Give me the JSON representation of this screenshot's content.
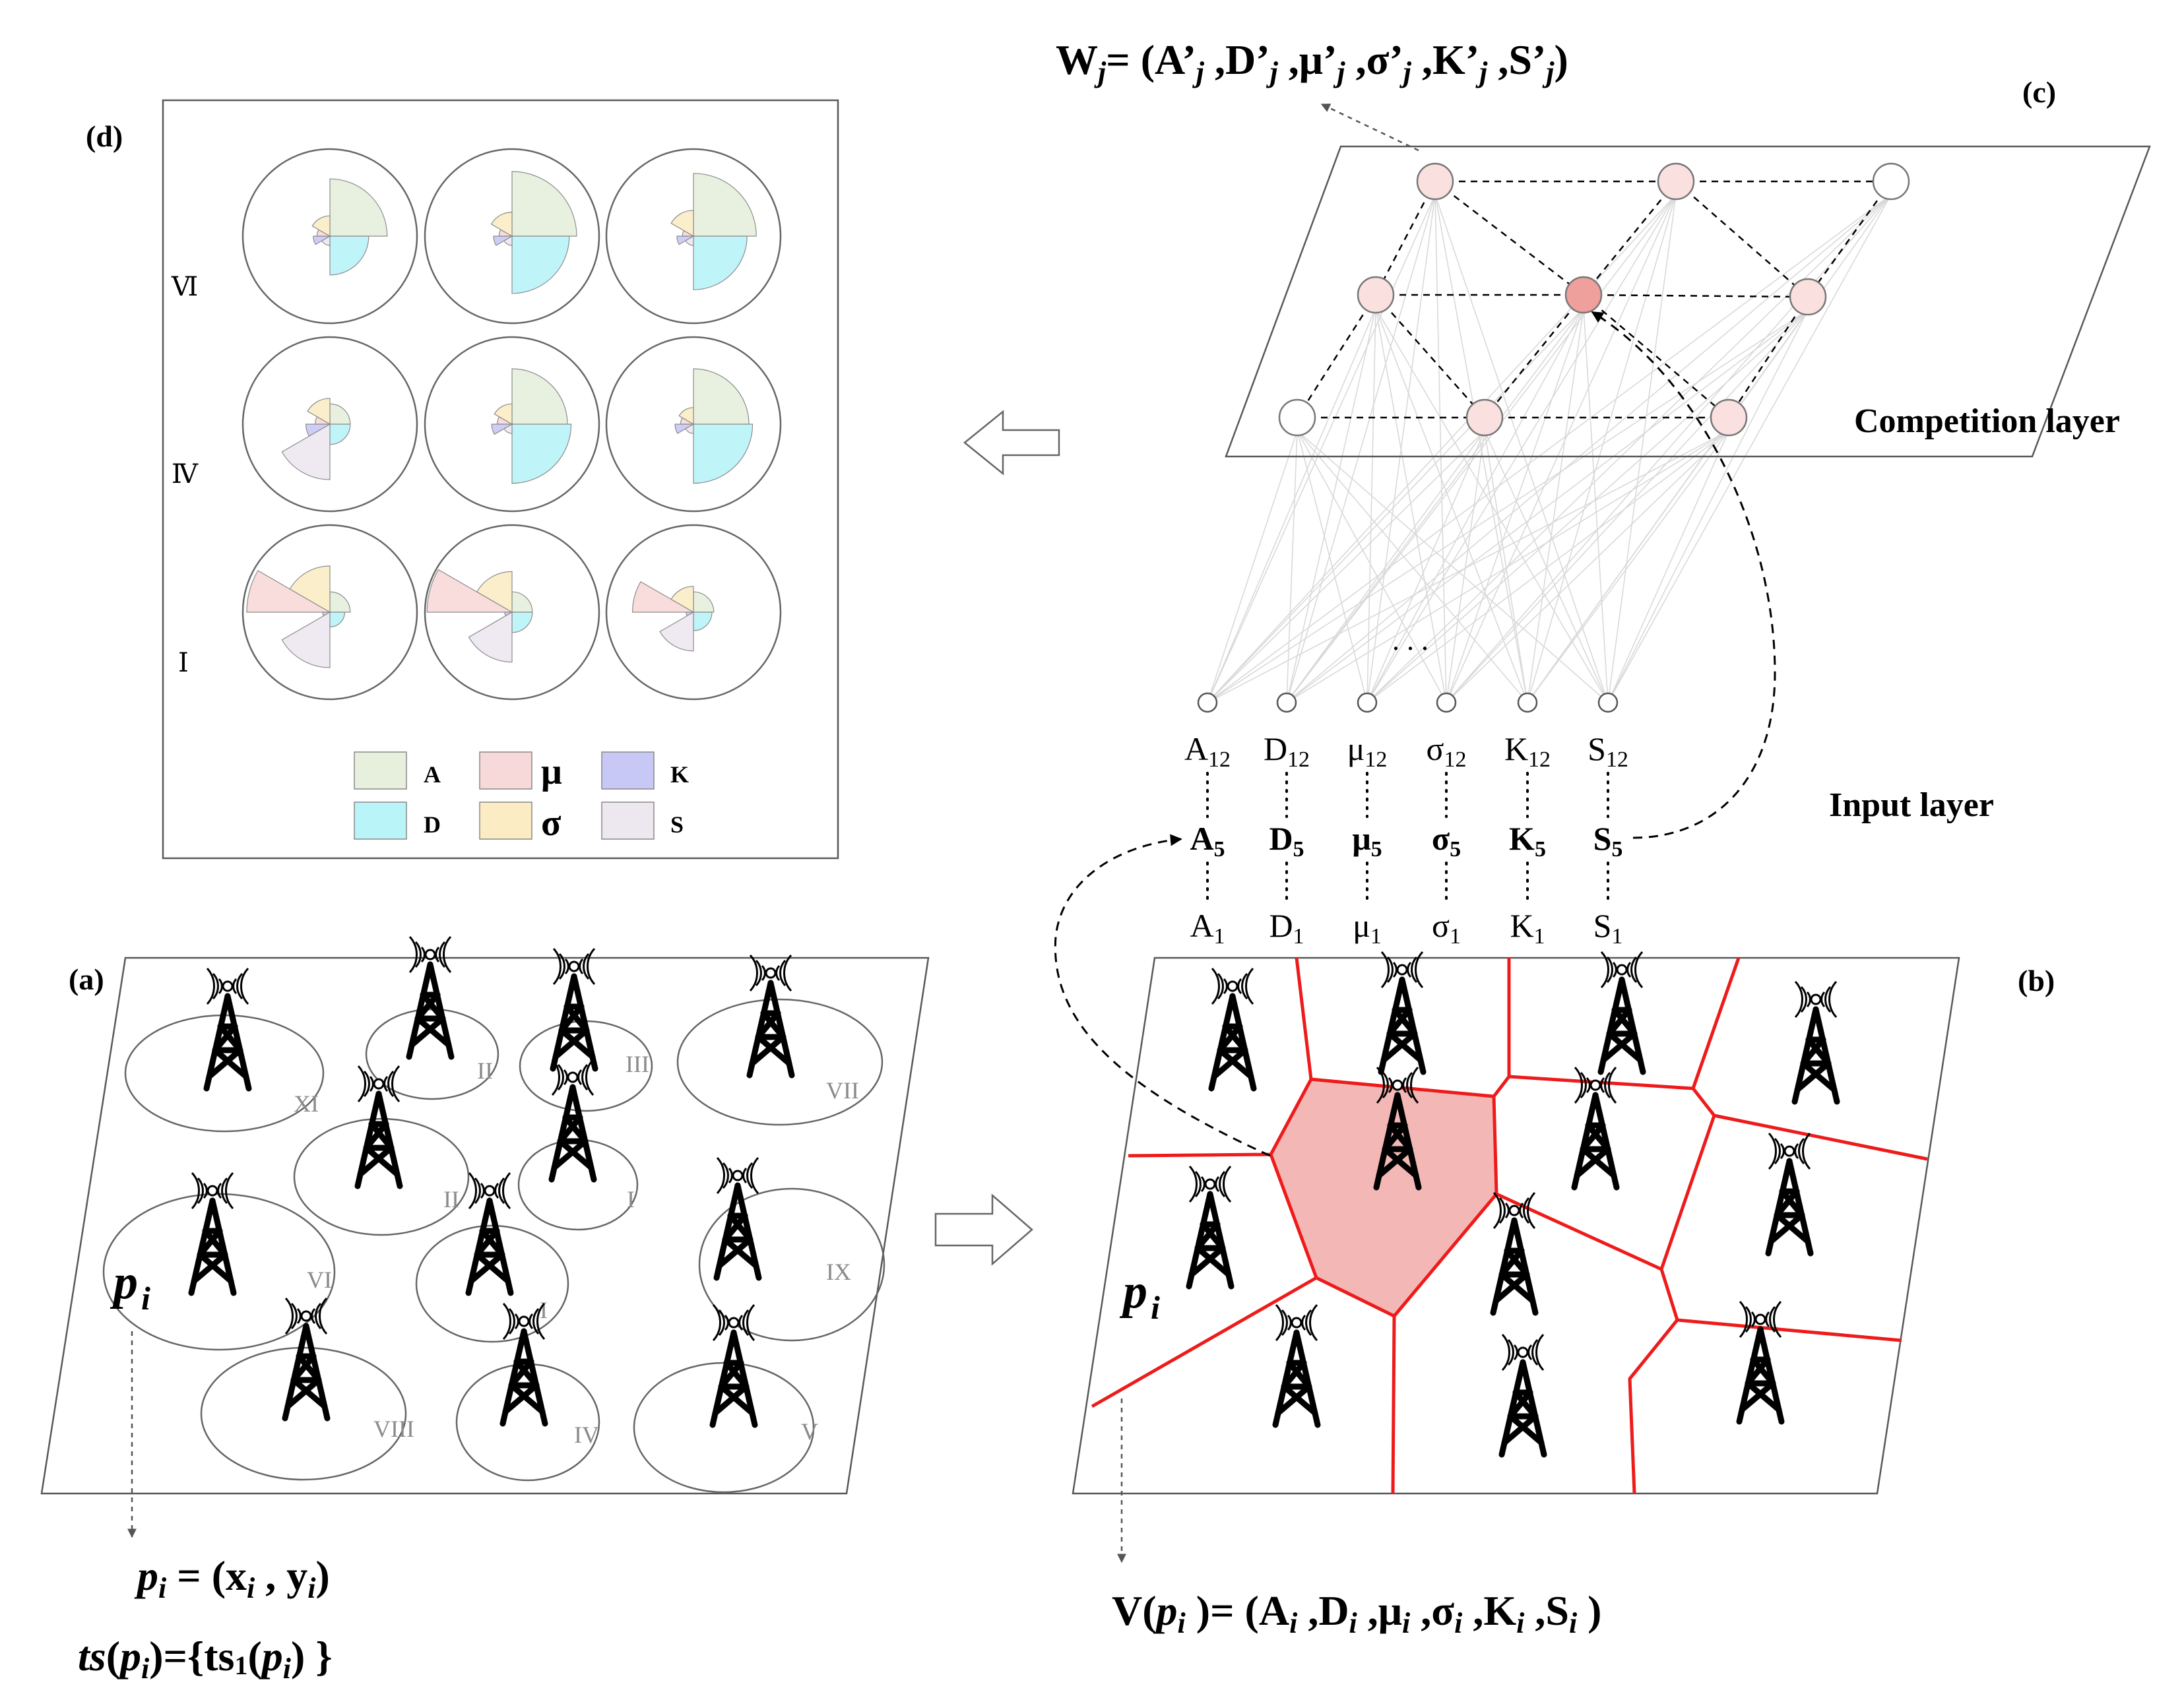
{
  "panels": {
    "a": "(a)",
    "b": "(b)",
    "c": "(c)",
    "d": "(d)"
  },
  "panel_a": {
    "point_label_p": "p",
    "point_label_i": "i",
    "cells": [
      {
        "id": "XI"
      },
      {
        "id": "II"
      },
      {
        "id": "III"
      },
      {
        "id": "VII"
      },
      {
        "id": "II"
      },
      {
        "id": "I"
      },
      {
        "id": "VI"
      },
      {
        "id": "I"
      },
      {
        "id": "IX"
      },
      {
        "id": "VIII"
      },
      {
        "id": "IV"
      },
      {
        "id": "V"
      }
    ],
    "formula1": {
      "p": "p",
      "i": "i",
      "eq": " = (x",
      "i2": "i",
      "comma": " , y",
      "i3": "i",
      "close": ")"
    },
    "formula2": {
      "ts": "ts",
      "open": "(",
      "p": "p",
      "i": "i",
      "mid": ")={ts",
      "sub1": "1",
      "open2": "(",
      "p2": "p",
      "i2": "i",
      "close": ") }"
    }
  },
  "panel_b": {
    "point_label_p": "p",
    "point_label_i": "i",
    "formula": {
      "v": "V(",
      "p": "p",
      "i": "i",
      "close": " )= (A",
      "i1": "i",
      "d": " ,D",
      "i2": "i",
      "mu": " ,μ",
      "i3": "i",
      "sigma": " ,σ",
      "i4": "i",
      "k": " ,K",
      "i5": "i",
      "s": " ,S",
      "i6": "i",
      "end": " )"
    }
  },
  "panel_c": {
    "competition_label": "Competition layer",
    "input_label": "Input layer",
    "ellipsis": ". . .",
    "weight_formula": {
      "w": "W",
      "j": "j",
      "eq": "= (A’",
      "j1": "j",
      "d": " ,D’",
      "j2": "j",
      "mu": " ,μ’",
      "j3": "j",
      "sigma": " ,σ’",
      "j4": "j",
      "k": " ,K’",
      "j5": "j",
      "s": " ,S’",
      "j6": "j",
      "end": ")"
    },
    "input_columns": [
      {
        "base": "A",
        "top": "12",
        "mid": "5",
        "bot": "1"
      },
      {
        "base": "D",
        "top": "12",
        "mid": "5",
        "bot": "1"
      },
      {
        "base": "μ",
        "top": "12",
        "mid": "5",
        "bot": "1"
      },
      {
        "base": "σ",
        "top": "12",
        "mid": "5",
        "bot": "1"
      },
      {
        "base": "K",
        "top": "12",
        "mid": "5",
        "bot": "1"
      },
      {
        "base": "S",
        "top": "12",
        "mid": "5",
        "bot": "1"
      }
    ]
  },
  "panel_d": {
    "row_labels": [
      "Ⅵ",
      "Ⅳ",
      "Ⅰ"
    ],
    "legend": [
      {
        "label": "A",
        "color": "#e6f0dc"
      },
      {
        "label": "D",
        "color": "#b8f4f8"
      },
      {
        "label": "μ",
        "color": "#f8d9d9"
      },
      {
        "label": "σ",
        "color": "#fbecc4"
      },
      {
        "label": "K",
        "color": "#c8c8f6"
      },
      {
        "label": "S",
        "color": "#ede7ef"
      }
    ]
  },
  "colors": {
    "voronoi": "#ee1b1b",
    "highlight_cell": "#f3b8b6",
    "node_light": "#fbe0e0",
    "node_dark": "#ef9f9c"
  }
}
